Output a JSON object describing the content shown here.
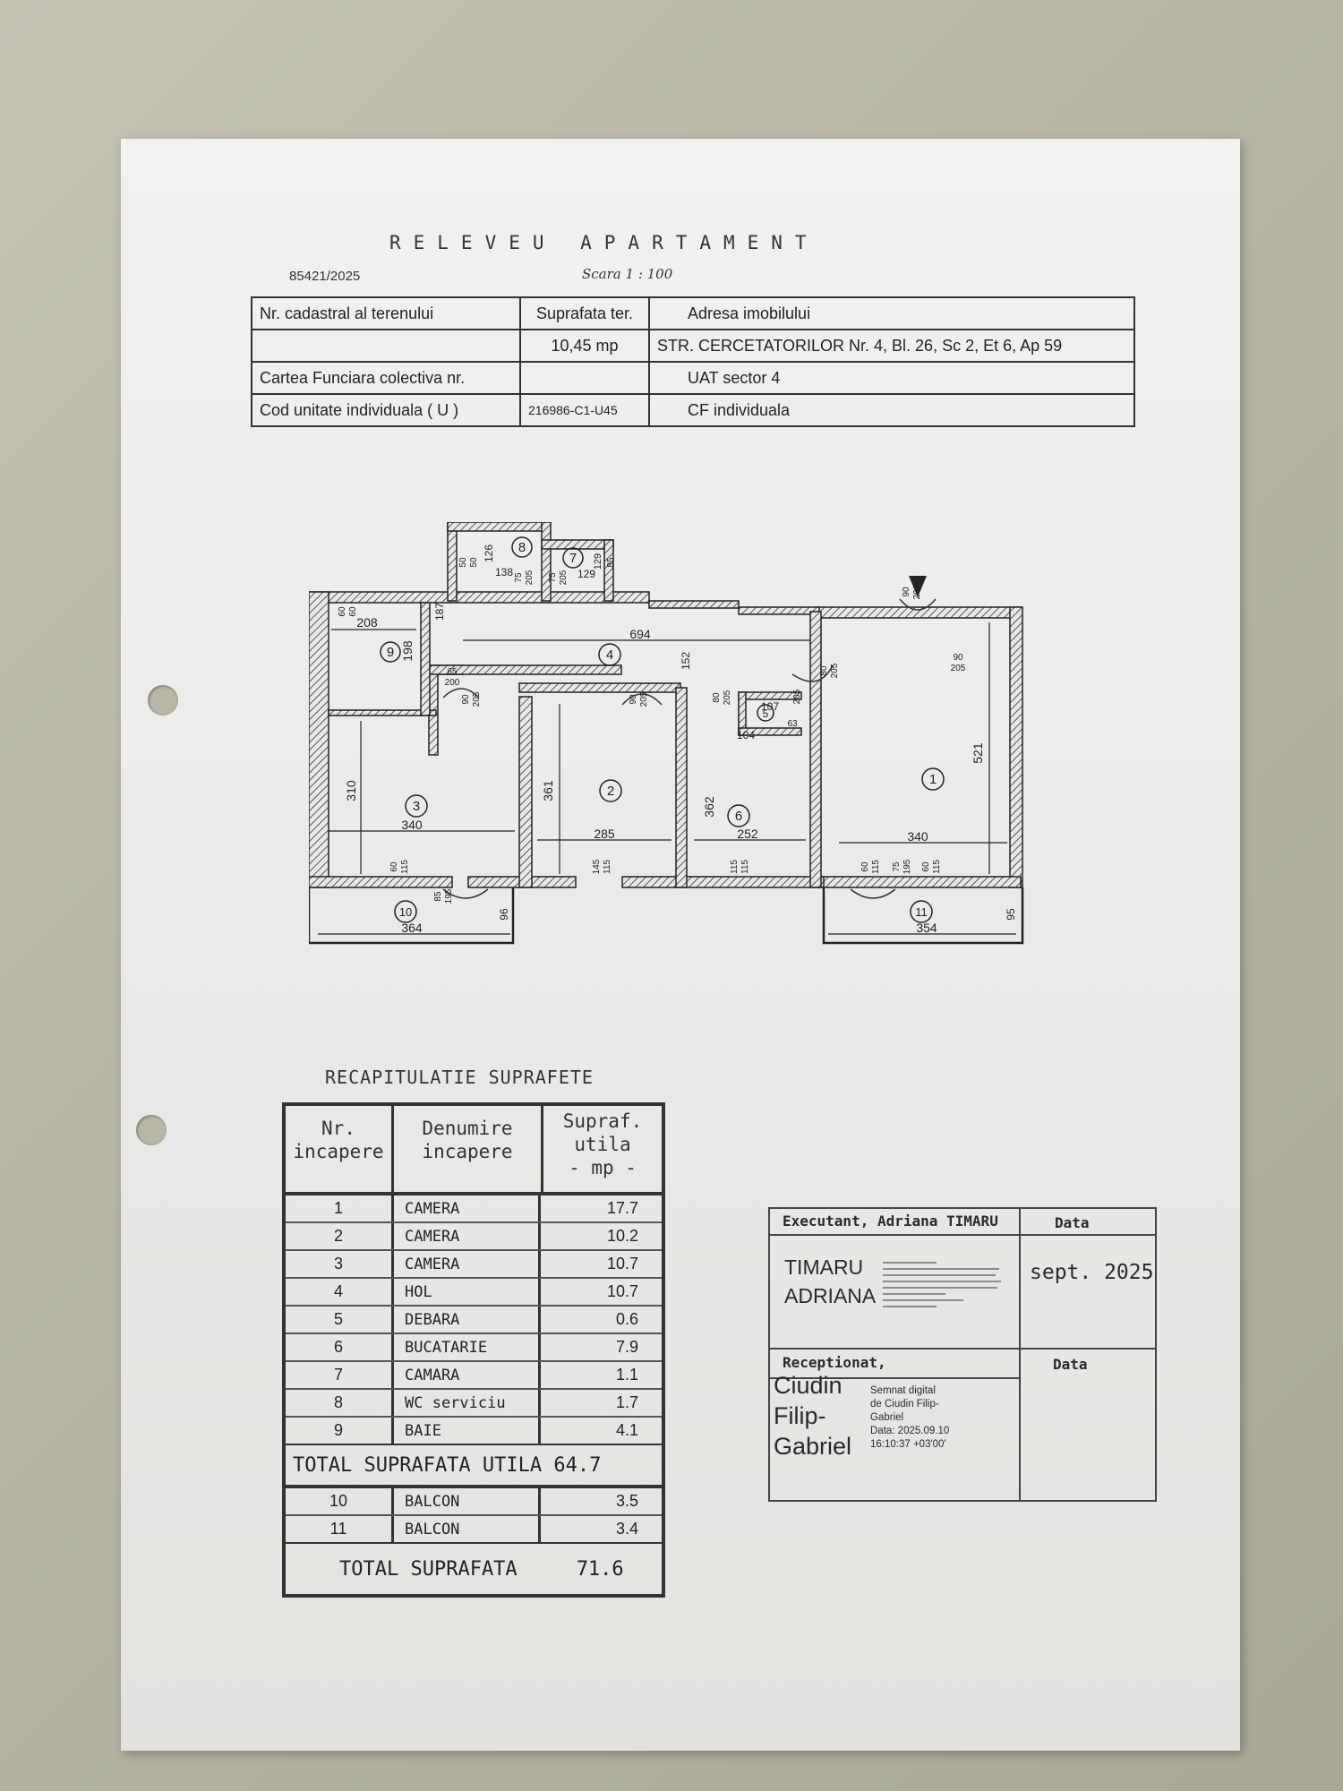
{
  "header": {
    "title": "RELEVEU APARTAMENT",
    "reference": "85421/2025",
    "scale": "Scara 1 : 100"
  },
  "info_table": {
    "nr_cadastral_label": "Nr. cadastral al terenului",
    "suprafata_label": "Suprafata ter.",
    "adresa_label": "Adresa imobilului",
    "suprafata_value": "10,45 mp",
    "adresa_value": "STR. CERCETATORILOR Nr. 4, Bl. 26, Sc 2, Et 6, Ap 59",
    "carte_funciara_label": "Cartea Funciara colectiva nr.",
    "uat_value": "UAT   sector 4",
    "cod_unitate_label": "Cod unitate individuala ( U )",
    "cod_unitate_value": "216986-C1-U45",
    "cf_value": "CF individuala"
  },
  "floor_plan": {
    "room_numbers": [
      "1",
      "2",
      "3",
      "4",
      "5",
      "6",
      "7",
      "8",
      "9",
      "10",
      "11"
    ],
    "dims": {
      "hall_length": "694",
      "room1_h": "521",
      "room1_w": "340",
      "room2_h": "361",
      "room2_w": "285",
      "room3_h": "310",
      "room3_w": "340",
      "kitchen_h": "362",
      "kitchen_w": "252",
      "bath_w": "208",
      "bath_h": "198",
      "balcony10_w": "364",
      "balcony10_d": "96",
      "balcony11_w": "354",
      "balcony11_d": "95",
      "storage_w": "107",
      "storage_d": "104",
      "wc_w": "138",
      "wc_h": "126",
      "pantry_w": "129",
      "hall_h": "187",
      "hall_h2": "152"
    },
    "openings": [
      "60",
      "60",
      "90",
      "205",
      "65",
      "200",
      "90",
      "205",
      "90",
      "205",
      "80",
      "205",
      "90",
      "200",
      "90",
      "205",
      "80",
      "205",
      "75",
      "205",
      "75",
      "205",
      "50",
      "50",
      "85",
      "60",
      "115",
      "85",
      "195",
      "145",
      "115",
      "115",
      "115",
      "60",
      "115",
      "75",
      "195",
      "60",
      "115",
      "63",
      "205"
    ]
  },
  "recap": {
    "title": "RECAPITULATIE SUPRAFETE",
    "headers": [
      "Nr.\nincapere",
      "Denumire\nincapere",
      "Supraf.\nutila\n- mp -"
    ],
    "rows": [
      {
        "nr": "1",
        "name": "CAMERA",
        "area": "17.7"
      },
      {
        "nr": "2",
        "name": "CAMERA",
        "area": "10.2"
      },
      {
        "nr": "3",
        "name": "CAMERA",
        "area": "10.7"
      },
      {
        "nr": "4",
        "name": "HOL",
        "area": "10.7"
      },
      {
        "nr": "5",
        "name": "DEBARA",
        "area": "0.6"
      },
      {
        "nr": "6",
        "name": "BUCATARIE",
        "area": "7.9"
      },
      {
        "nr": "7",
        "name": "CAMARA",
        "area": "1.1"
      },
      {
        "nr": "8",
        "name": "WC serviciu",
        "area": "1.7"
      },
      {
        "nr": "9",
        "name": "BAIE",
        "area": "4.1"
      }
    ],
    "total_utila": "TOTAL SUPRAFATA UTILA 64.7",
    "balcony_rows": [
      {
        "nr": "10",
        "name": "BALCON",
        "area": "3.5"
      },
      {
        "nr": "11",
        "name": "BALCON",
        "area": "3.4"
      }
    ],
    "total_label": "TOTAL SUPRAFATA",
    "total_value": "71.6"
  },
  "signature_box": {
    "executant_label": "Executant, Adriana TIMARU",
    "data_label": "Data",
    "executant_name_line1": "TIMARU",
    "executant_name_line2": "ADRIANA",
    "executant_date": "sept. 2025",
    "receptionat_label": "Receptionat,",
    "data_label2": "Data",
    "signer_line1": "Ciudin",
    "signer_line2": "Filip-",
    "signer_line3": "Gabriel",
    "digital_sig_line1": "Semnat digital",
    "digital_sig_line2": "de Ciudin Filip-",
    "digital_sig_line3": "Gabriel",
    "digital_sig_line4": "Data: 2025.09.10",
    "digital_sig_line5": "16:10:37 +03'00'"
  },
  "colors": {
    "ink": "#2a2a2a",
    "paper": "#ececea",
    "wall_hatch": "#555555"
  }
}
